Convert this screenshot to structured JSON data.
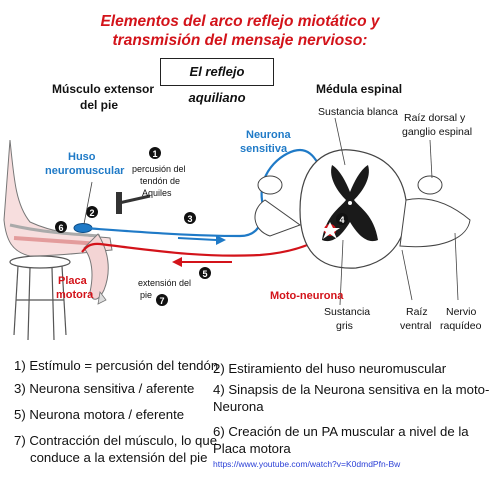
{
  "title_line1": "Elementos del arco reflejo miotático y",
  "title_line2": "transmisión del mensaje nervioso:",
  "subtitle": "El reflejo aquiliano",
  "labels": {
    "muscle_line1": "Músculo extensor",
    "muscle_line2": "del pie",
    "spinal_cord": "Médula espinal",
    "white_matter": "Sustancia blanca",
    "dorsal_root_line1": "Raíz dorsal  y",
    "dorsal_root_line2": "ganglio  espinal",
    "spindle_line1": "Huso",
    "spindle_line2": "neuromuscular",
    "percussion_line1": "percusión del",
    "percussion_line2": "tendón de",
    "percussion_line3": "Aquiles",
    "sensory_line1": "Neurona",
    "sensory_line2": "sensitiva",
    "motor_plate_line1": "Placa",
    "motor_plate_line2": "motora",
    "extension_line1": "extensión del",
    "extension_line2": "pie",
    "moto_neuron": "Moto-neurona",
    "grey_matter_line1": "Sustancia",
    "grey_matter_line2": "gris",
    "ventral_root_line1": "Raíz",
    "ventral_root_line2": "ventral",
    "spinal_nerve_line1": "Nervio",
    "spinal_nerve_line2": "raquídeo"
  },
  "step_markers": [
    "1",
    "2",
    "3",
    "4",
    "5",
    "6",
    "7"
  ],
  "legend": {
    "item1": "1) Estímulo = percusión del tendón",
    "item2": "2) Estiramiento del huso neuromuscular",
    "item3": "3) Neurona sensitiva / aferente",
    "item4_line1": "4) Sinapsis de la Neurona sensitiva en la moto-",
    "item4_line2": "Neurona",
    "item5": "5) Neurona motora / eferente",
    "item6_line1": "6) Creación de un PA muscular a nivel de la",
    "item6_line2": "Placa motora",
    "item7_line1": "7) Contracción del músculo, lo que",
    "item7_line2": "conduce a la extensión del pie"
  },
  "url": "https://www.youtube.com/watch?v=K0dmdPfn-Bw",
  "colors": {
    "title": "#d3131a",
    "sensory": "#1f7ac7",
    "motor": "#d3131a",
    "grey_matter": "#1a1a1a"
  }
}
